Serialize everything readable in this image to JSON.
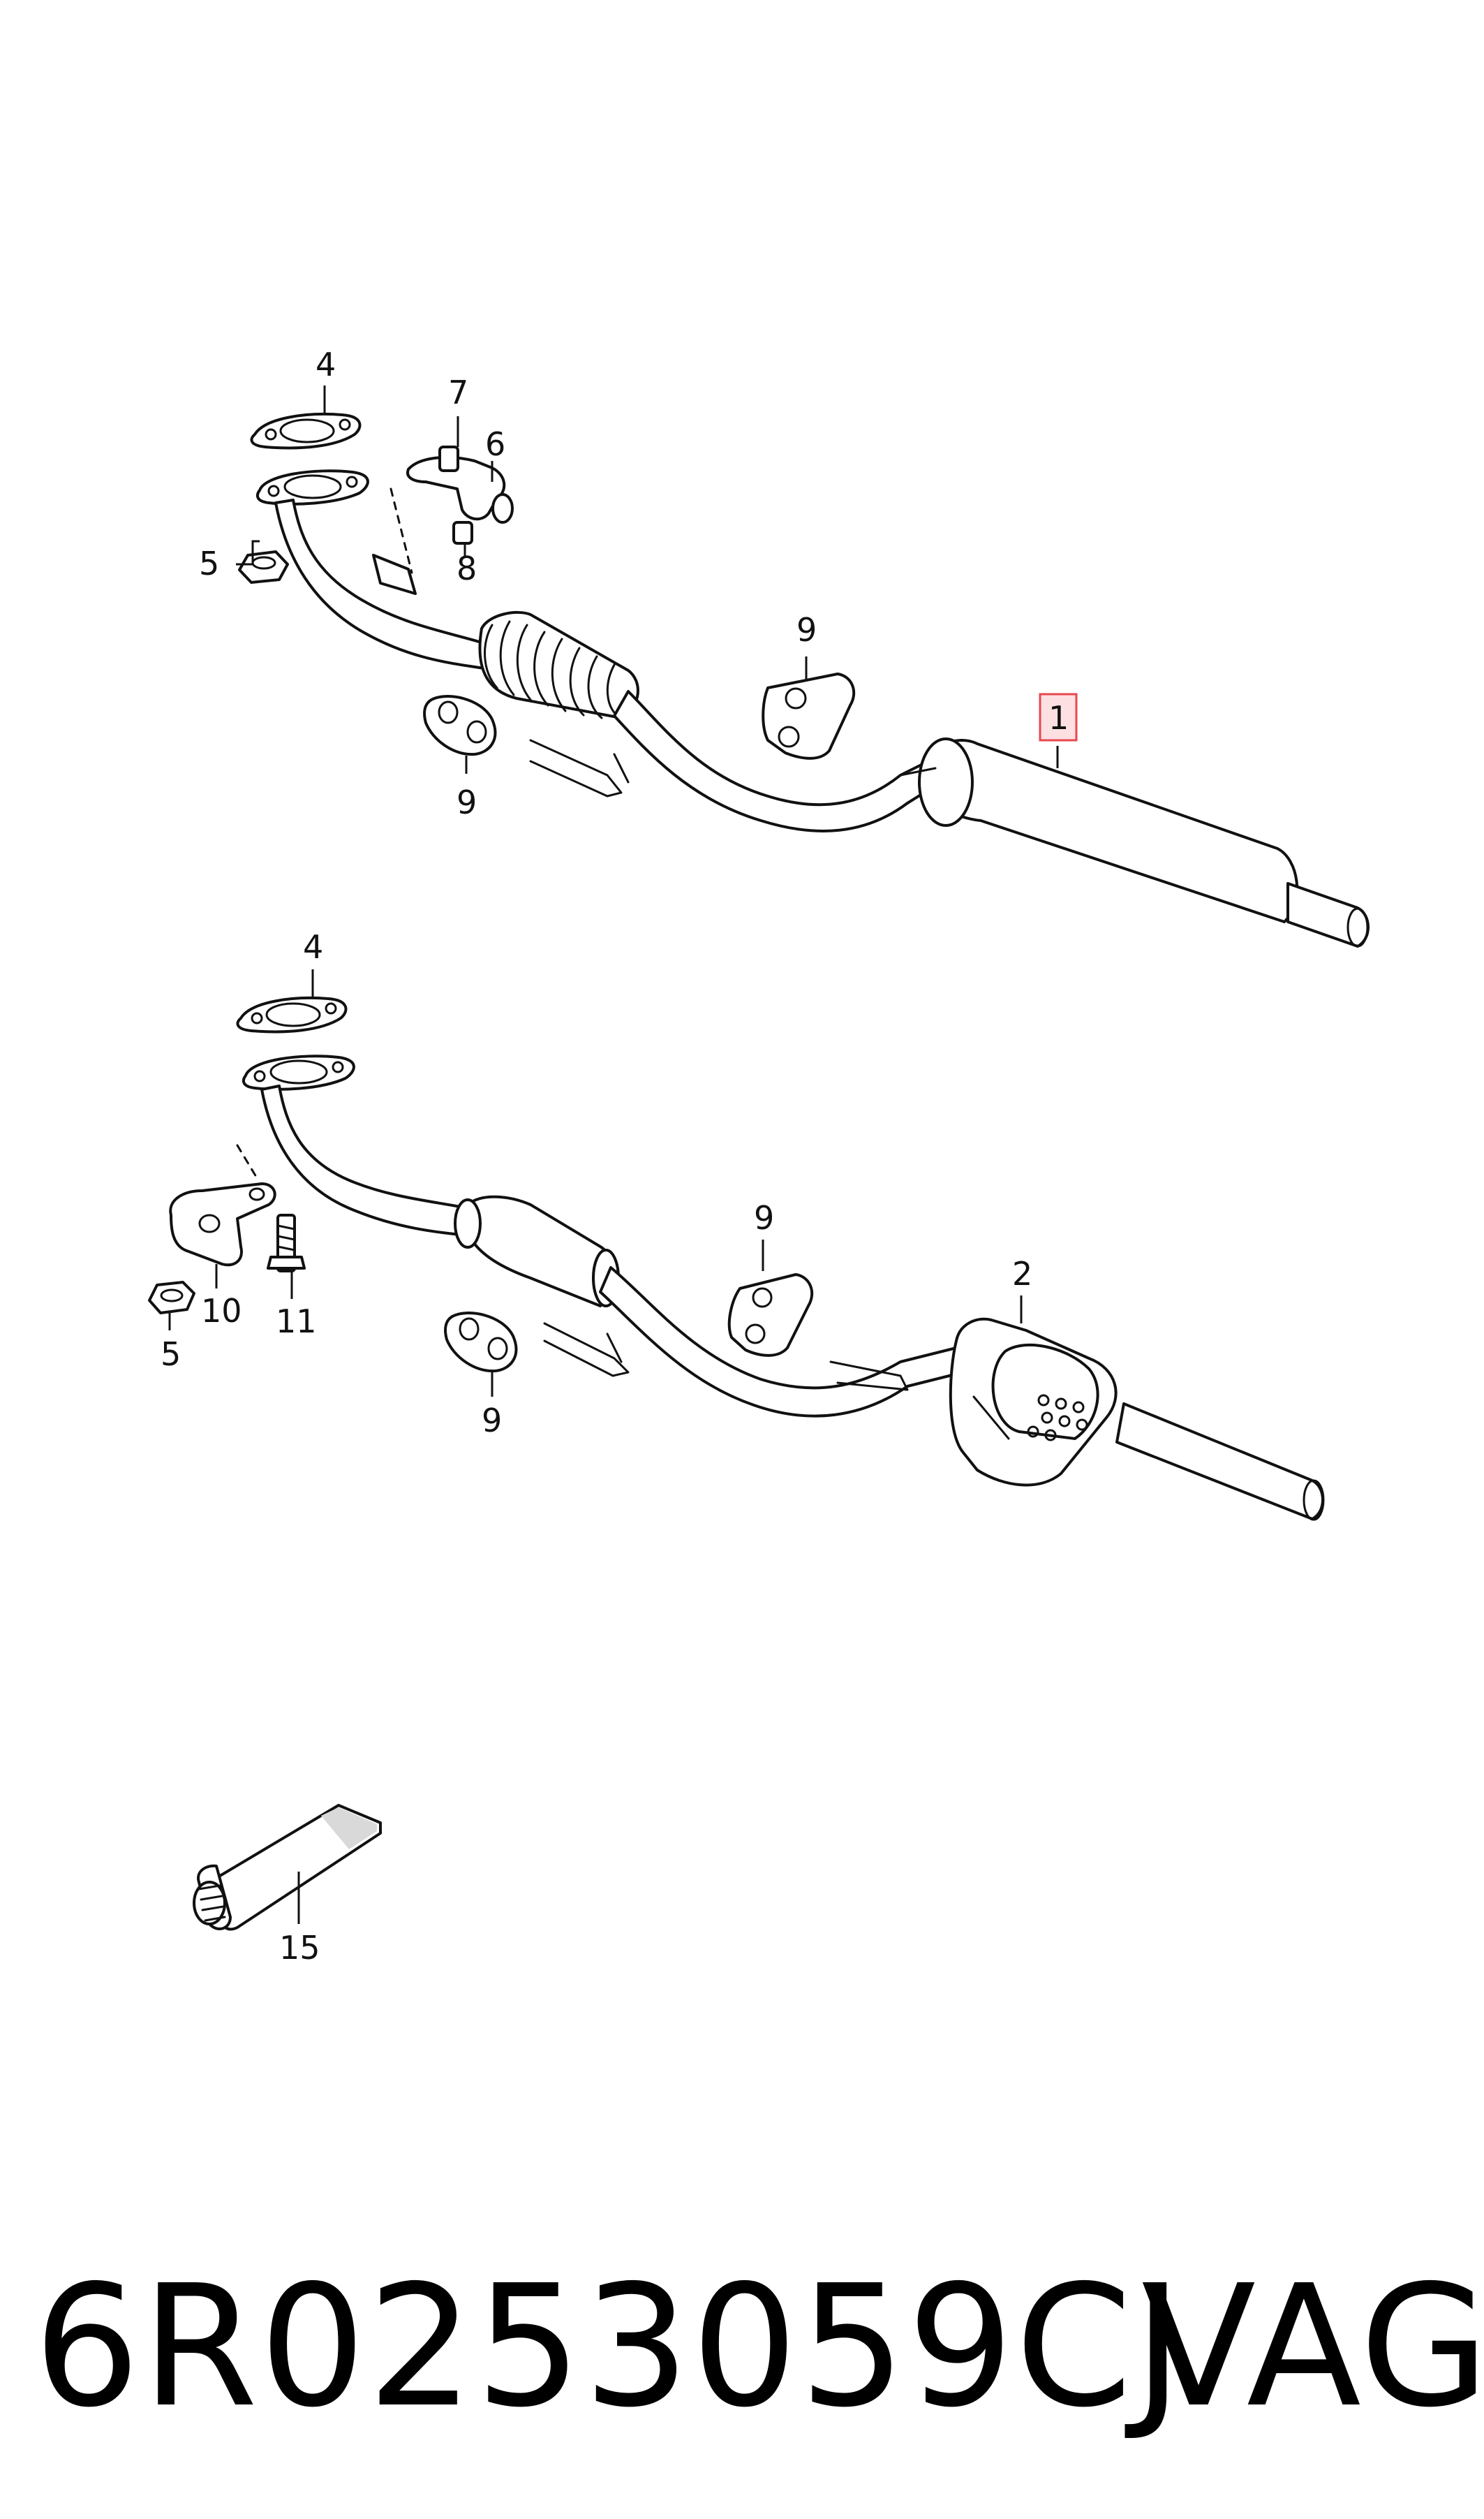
{
  "callouts": {
    "upper": {
      "c4": "4",
      "c7": "7",
      "c6": "6",
      "c5": "5",
      "c8": "8",
      "c9a": "9",
      "c9b": "9",
      "c1": "1"
    },
    "lower": {
      "c4": "4",
      "c9a": "9",
      "c2": "2",
      "c10": "10",
      "c11": "11",
      "c5": "5",
      "c9b": "9"
    },
    "tube": {
      "c15": "15"
    }
  },
  "highlight_color": "#e8474f",
  "footer": {
    "part_number": "6R0253059CJ",
    "brand": "VAG"
  }
}
